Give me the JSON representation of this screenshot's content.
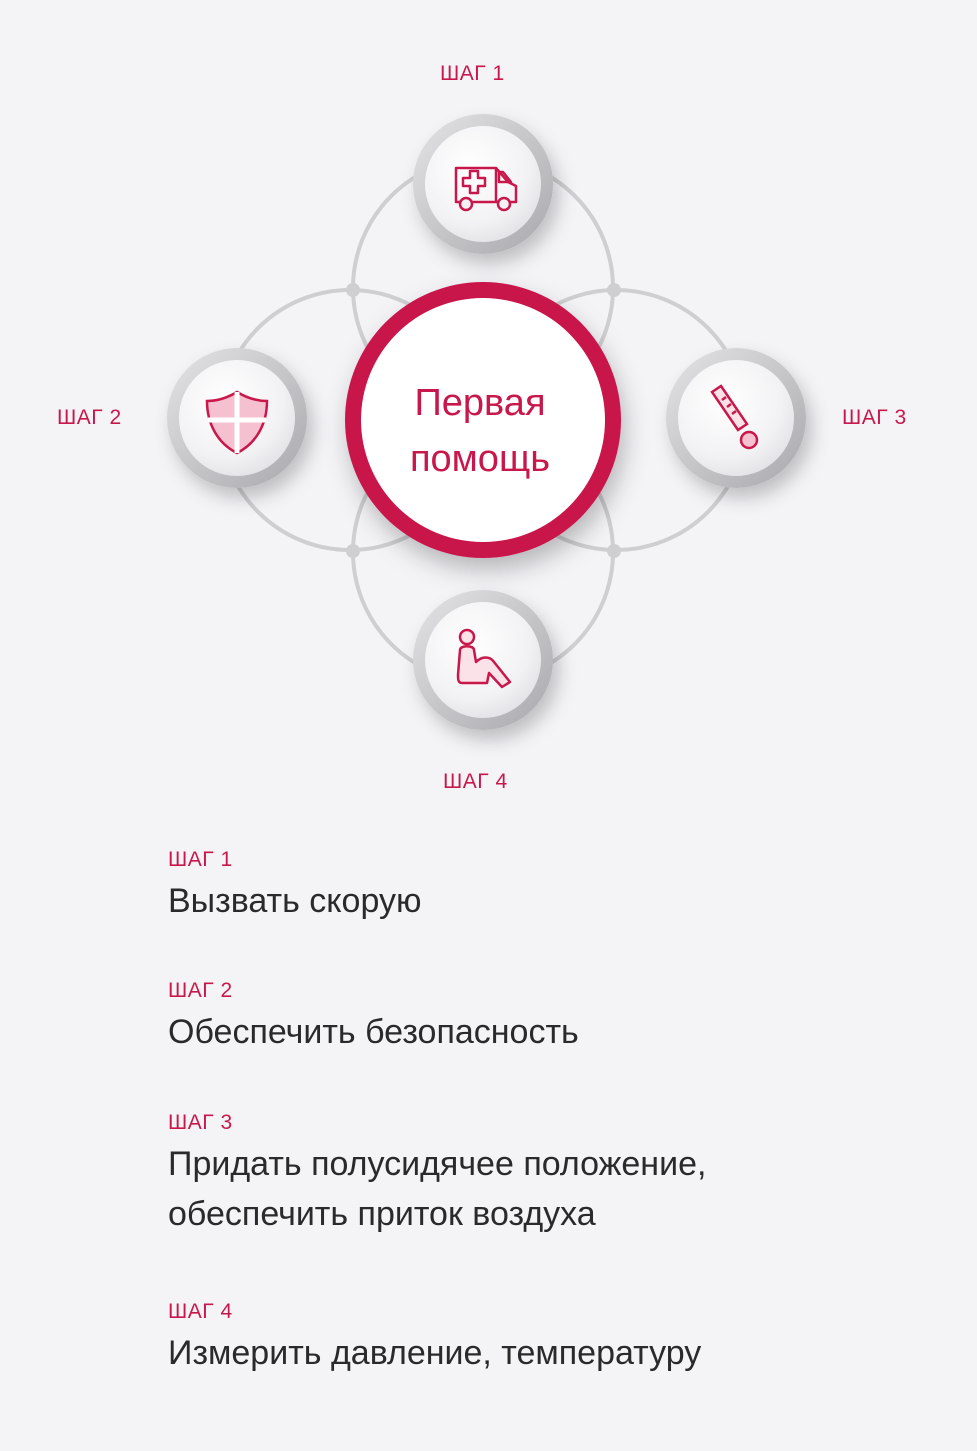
{
  "diagram": {
    "center_title_line1": "Первая",
    "center_title_line2": "помощь",
    "labels": {
      "step1": "ШАГ 1",
      "step2": "ШАГ 2",
      "step3": "ШАГ 3",
      "step4": "ШАГ 4"
    },
    "icons": {
      "step1": "ambulance-icon",
      "step2": "shield-icon",
      "step3": "thermometer-icon",
      "step4": "sitting-person-icon"
    },
    "colors": {
      "accent": "#c8184b",
      "ring": "#c9c9c9",
      "background": "#f4f4f7"
    }
  },
  "steps": [
    {
      "tag": "ШАГ 1",
      "text": "Вызвать скорую"
    },
    {
      "tag": "ШАГ 2",
      "text": "Обеспечить безопасность"
    },
    {
      "tag": "ШАГ 3",
      "text_line1": "Придать  полусидячее положение,",
      "text_line2": "обеспечить приток воздуха"
    },
    {
      "tag": "ШАГ 4",
      "text": "Измерить давление, температуру"
    }
  ]
}
